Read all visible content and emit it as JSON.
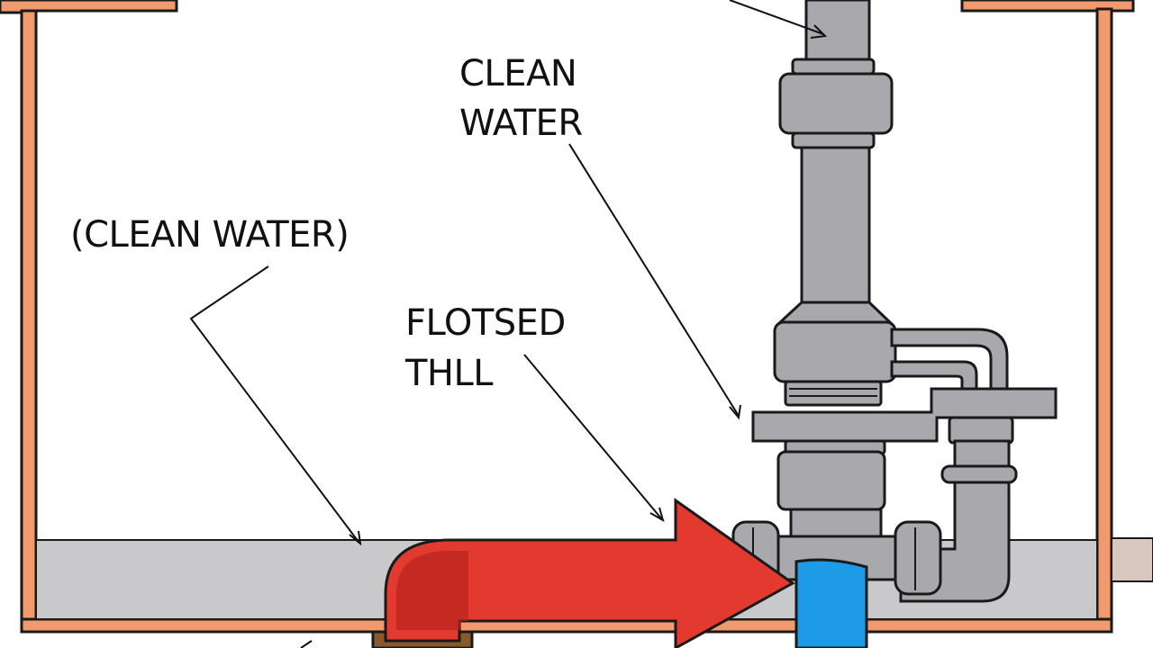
{
  "labels": {
    "top_line1": "CLEAN",
    "top_line2": "WATER",
    "left": "(CLEAN WATER)",
    "mid_line1": "FLOTSED",
    "mid_line2": "THLL"
  },
  "colors": {
    "tank_wall": "#f09a6e",
    "tank_wall_outline": "#1a1a1a",
    "water_layer": "#c9c9cc",
    "pipe": "#a9a9ad",
    "pipe_shade": "#8f8f94",
    "arrow": "#e23a2e",
    "arrow_dark": "#b8241c",
    "outlet_blue": "#1d9be6",
    "drain_brown": "#8b5a2b",
    "outline": "#1a1a1a"
  },
  "icons": {
    "flow_arrow": "red-flow-arrow-icon",
    "outlet": "blue-outlet-pipe-icon"
  }
}
